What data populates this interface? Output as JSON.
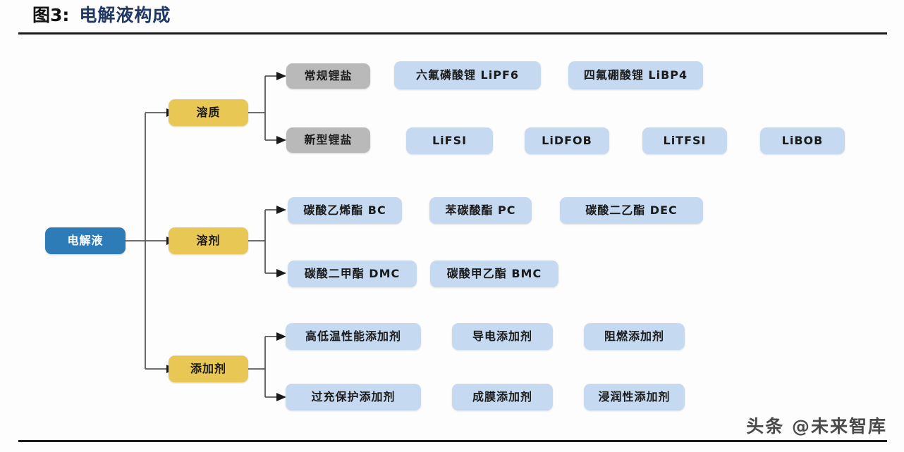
{
  "header": {
    "figure_index": "图3:",
    "title": "电解液构成"
  },
  "watermark": "头条 @未来智库",
  "colors": {
    "root": "#2d7cb8",
    "category": "#e8c755",
    "subcategory": "#b9b9b9",
    "leaf": "#c5d9f1",
    "title_accent": "#1f3864",
    "connector": "#595959"
  },
  "diagram": {
    "root": {
      "label": "电解液"
    },
    "categories": [
      {
        "label": "溶质",
        "subcategories": [
          {
            "label": "常规锂盐",
            "items": [
              {
                "label": "六氟磷酸锂 LiPF6"
              },
              {
                "label": "四氟硼酸锂 LiBP4"
              }
            ]
          },
          {
            "label": "新型锂盐",
            "items": [
              {
                "label": "LiFSI"
              },
              {
                "label": "LiDFOB"
              },
              {
                "label": "LiTFSI"
              },
              {
                "label": "LiBOB"
              }
            ]
          }
        ]
      },
      {
        "label": "溶剂",
        "subcategories": [
          {
            "label": "",
            "items": [
              {
                "label": "碳酸乙烯酯 BC"
              },
              {
                "label": "苯碳酸酯 PC"
              },
              {
                "label": "碳酸二乙酯 DEC"
              }
            ]
          },
          {
            "label": "",
            "items": [
              {
                "label": "碳酸二甲酯 DMC"
              },
              {
                "label": "碳酸甲乙酯 BMC"
              }
            ]
          }
        ]
      },
      {
        "label": "添加剂",
        "subcategories": [
          {
            "label": "",
            "items": [
              {
                "label": "高低温性能添加剂"
              },
              {
                "label": "导电添加剂"
              },
              {
                "label": "阻燃添加剂"
              }
            ]
          },
          {
            "label": "",
            "items": [
              {
                "label": "过充保护添加剂"
              },
              {
                "label": "成膜添加剂"
              },
              {
                "label": "浸润性添加剂"
              }
            ]
          }
        ]
      }
    ]
  }
}
